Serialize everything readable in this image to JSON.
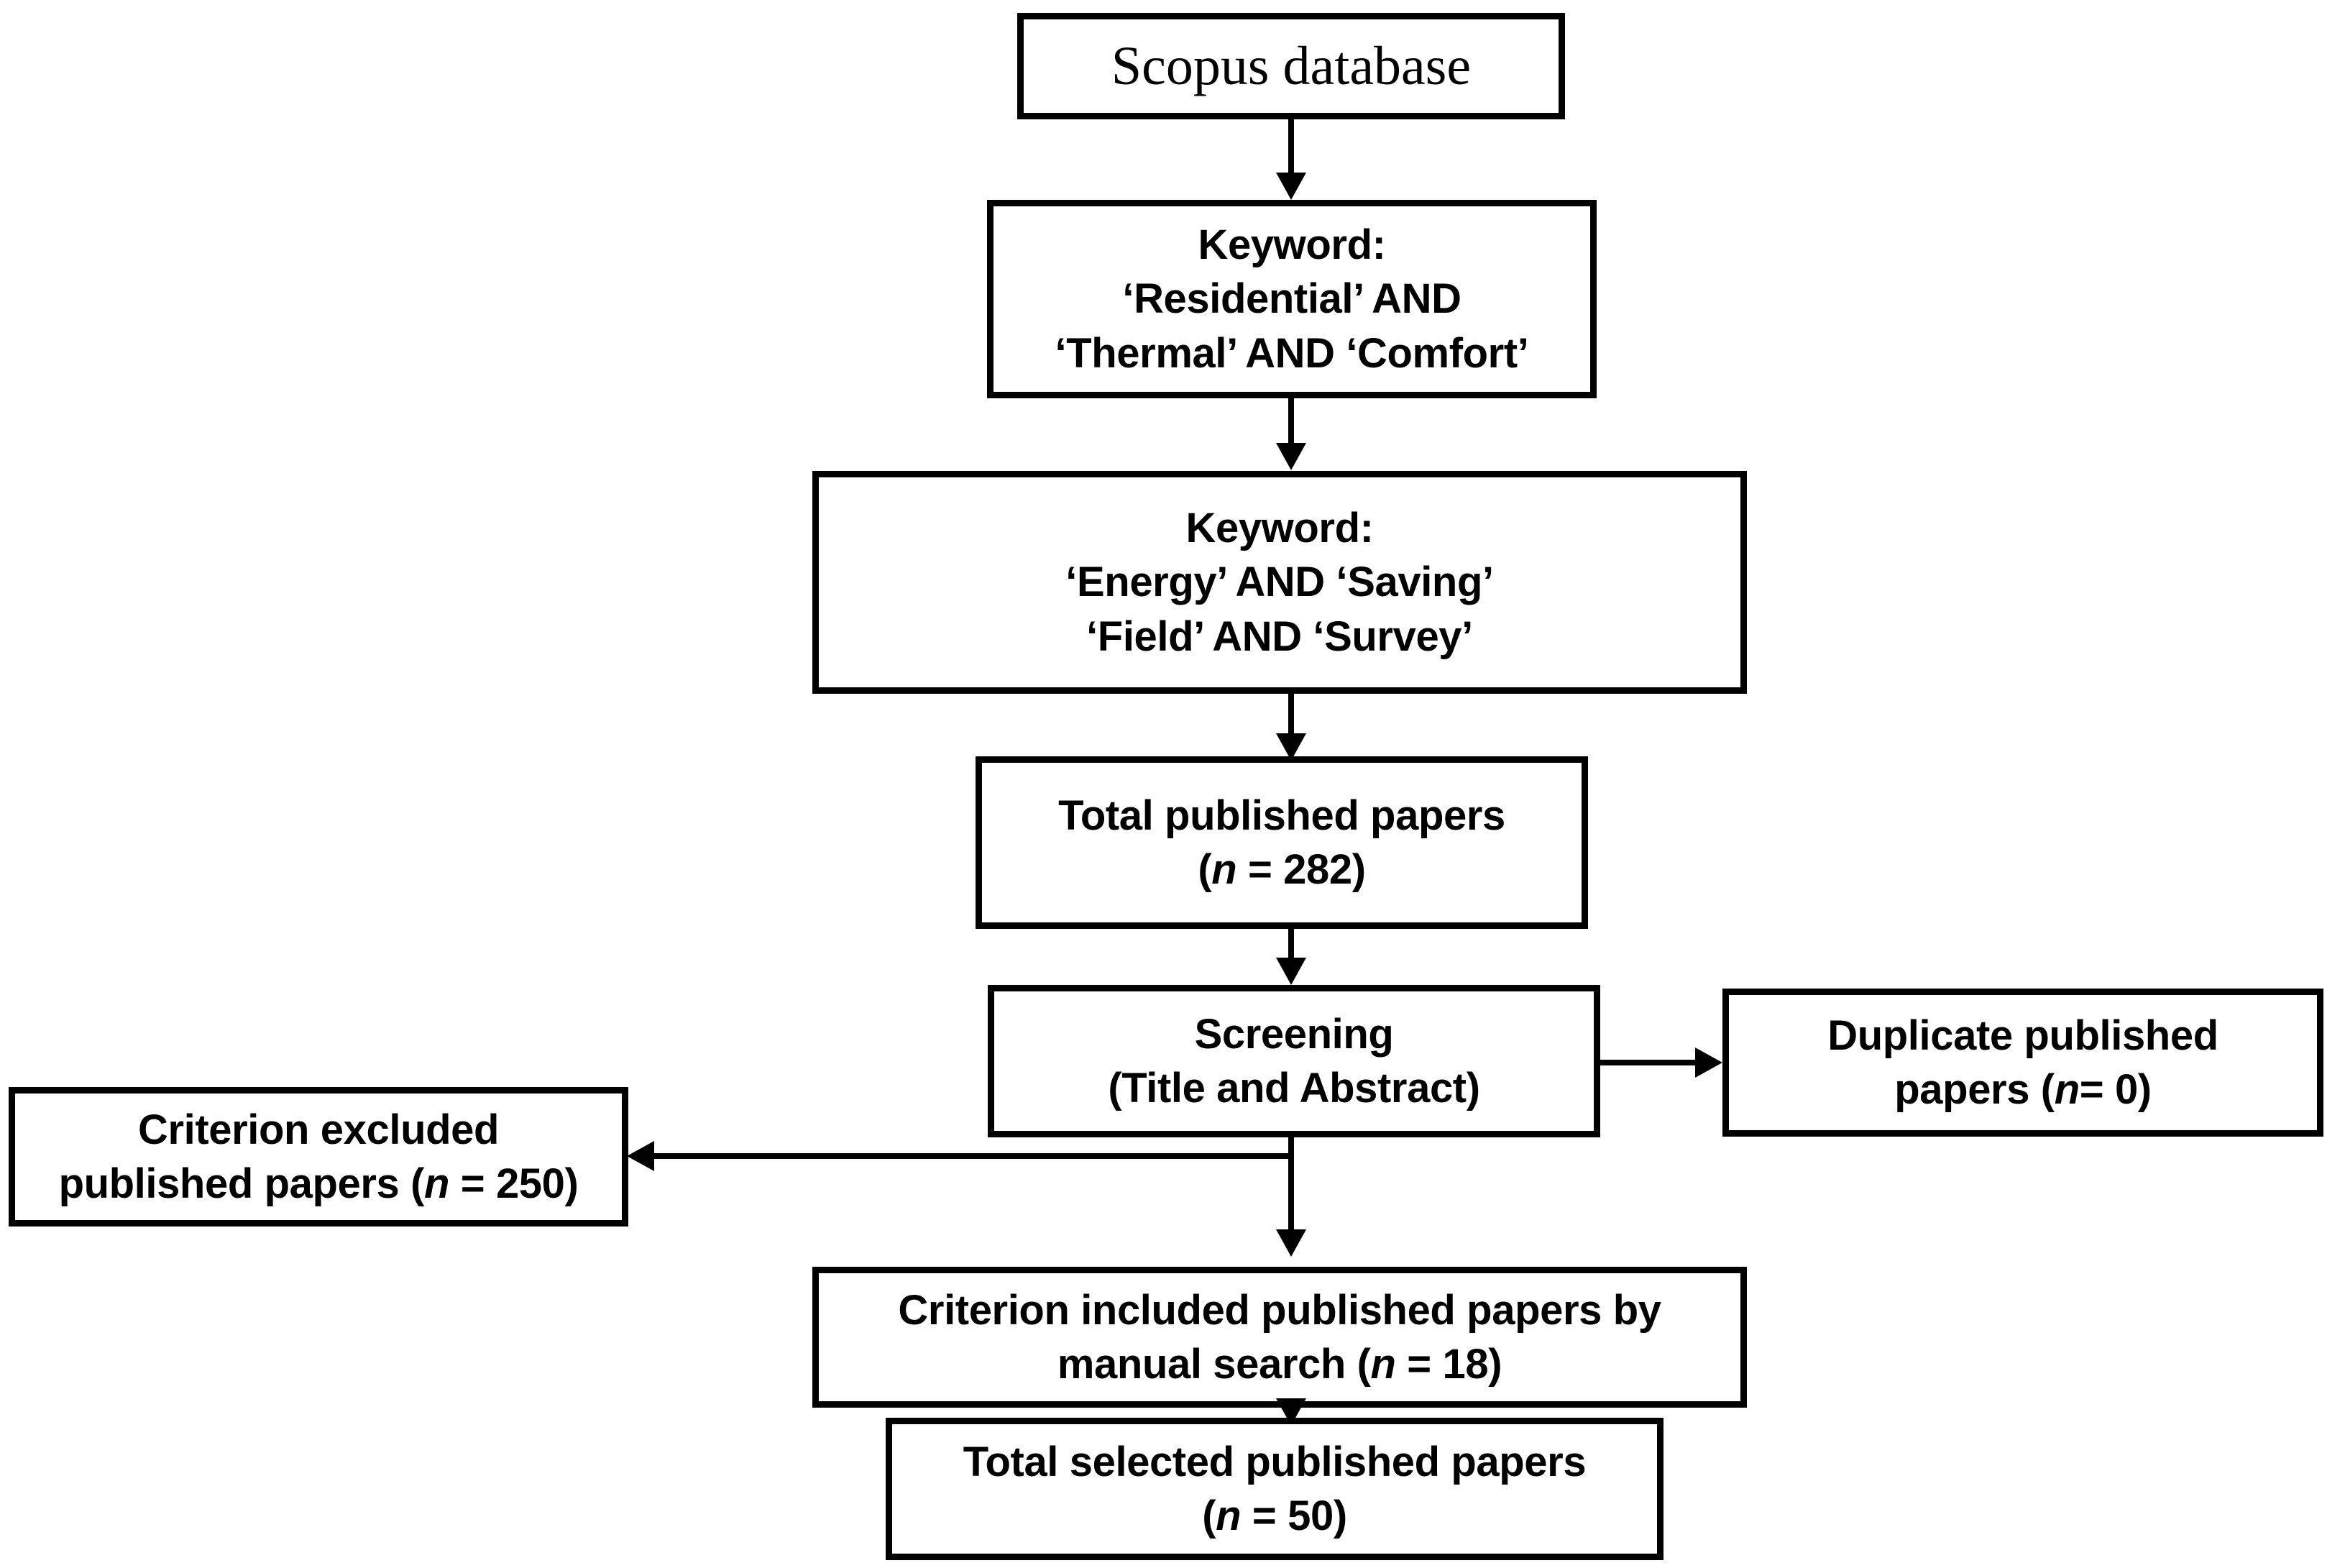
{
  "diagram": {
    "title": "PRISMA-style literature selection flowchart",
    "background_color": "#ffffff",
    "line_color": "#000000",
    "nodes": [
      {
        "id": "source",
        "lines": [
          "Scopus database"
        ],
        "style": "serif"
      },
      {
        "id": "keyword-1",
        "lines": [
          "Keyword:",
          "‘Residential’ AND",
          "‘Thermal’ AND ‘Comfort’"
        ]
      },
      {
        "id": "keyword-2",
        "lines": [
          "Keyword:",
          "‘Energy’ AND ‘Saving’",
          "‘Field’ AND ‘Survey’"
        ]
      },
      {
        "id": "total-published",
        "lines": [
          "Total published papers"
        ],
        "count_prefix": "(",
        "count_var": "n",
        "count_sep": " = ",
        "count_value": "282",
        "count_suffix": ")"
      },
      {
        "id": "screening",
        "lines": [
          "Screening",
          "(Title and Abstract)"
        ]
      },
      {
        "id": "duplicate",
        "lines": [
          "Duplicate published"
        ],
        "tail_text": "papers (",
        "count_var": "n",
        "count_sep": "= ",
        "count_value": "0",
        "count_suffix": ")"
      },
      {
        "id": "criterion-excluded",
        "lines": [
          "Criterion excluded"
        ],
        "tail_text": "published papers (",
        "count_var": "n",
        "count_sep": " = ",
        "count_value": "250",
        "count_suffix": ")"
      },
      {
        "id": "criterion-included",
        "lines": [
          "Criterion included published papers by"
        ],
        "tail_text": "manual search (",
        "count_var": "n",
        "count_sep": " = ",
        "count_value": "18",
        "count_suffix": ")"
      },
      {
        "id": "total-selected",
        "lines": [
          "Total selected published papers"
        ],
        "count_prefix": "(",
        "count_var": "n",
        "count_sep": " = ",
        "count_value": "50",
        "count_suffix": ")"
      }
    ],
    "edges": [
      {
        "id": "source-to-keyword1",
        "direction": "down"
      },
      {
        "id": "keyword1-to-keyword2",
        "direction": "down"
      },
      {
        "id": "keyword2-to-total",
        "direction": "down"
      },
      {
        "id": "total-to-screening",
        "direction": "down"
      },
      {
        "id": "screening-to-duplicate",
        "direction": "right"
      },
      {
        "id": "screening-to-excluded",
        "direction": "left"
      },
      {
        "id": "screening-to-included",
        "direction": "down"
      },
      {
        "id": "included-to-selected",
        "direction": "down"
      }
    ]
  }
}
